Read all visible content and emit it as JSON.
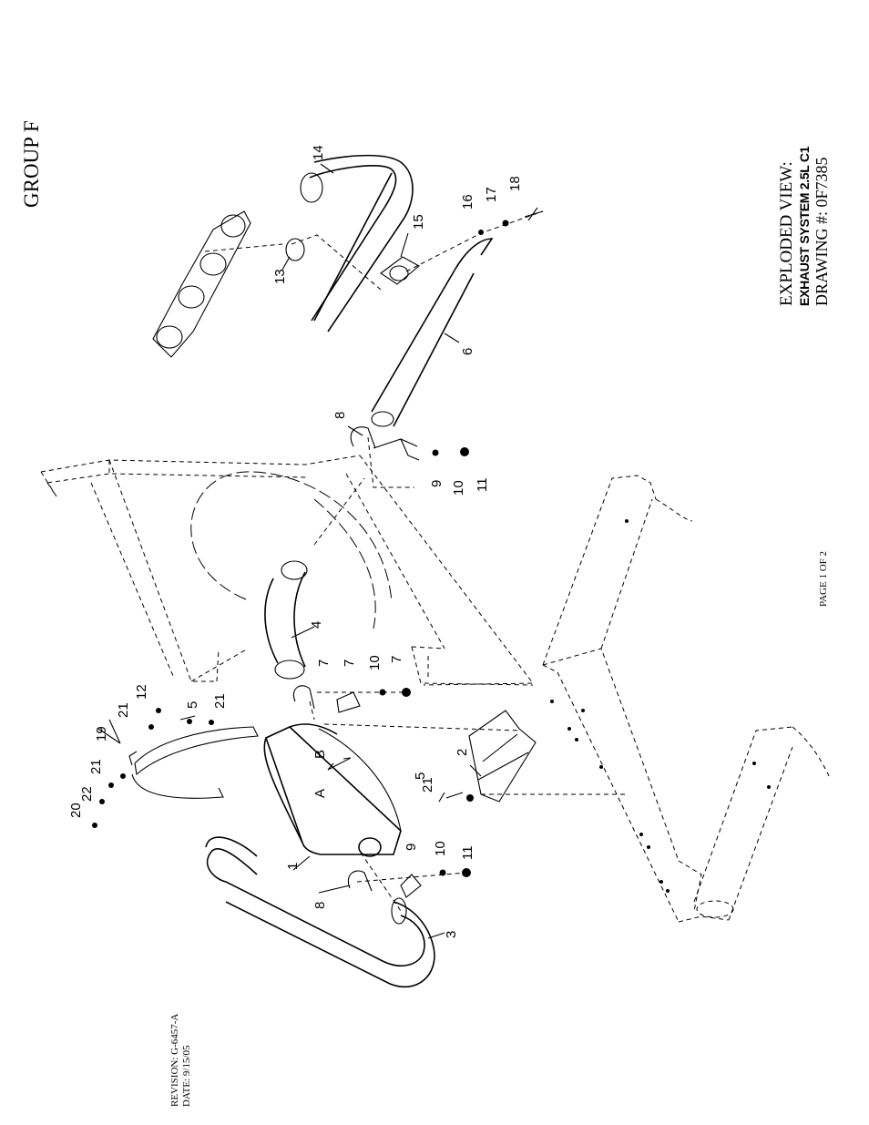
{
  "group_title": "GROUP F",
  "title_block": {
    "line1": "EXPLODED VIEW:",
    "line2": "EXHAUST SYSTEM 2.5L C1",
    "line3": "DRAWING #: 0F7385"
  },
  "page_label": "PAGE 1 OF 2",
  "revision": {
    "revision": "REVISION: G-6457-A",
    "date": "DATE: 9/15/05"
  },
  "flow_labels": {
    "a": "A",
    "b": "B"
  },
  "callouts": {
    "c1": "1",
    "c2": "2",
    "c3": "3",
    "c4": "4",
    "c5a": "5",
    "c5b": "5",
    "c6": "6",
    "c7a": "7",
    "c7b": "7",
    "c7c": "7",
    "c8a": "8",
    "c8b": "8",
    "c9a": "9",
    "c9b": "9",
    "c10a": "10",
    "c10b": "10",
    "c10c": "10",
    "c11a": "11",
    "c11b": "11",
    "c12": "12",
    "c13": "13",
    "c14": "14",
    "c15": "15",
    "c16": "16",
    "c17": "17",
    "c18": "18",
    "c19": "19",
    "c20": "20",
    "c21a": "21",
    "c21b": "21",
    "c21c": "21",
    "c21d": "21",
    "c22": "22"
  }
}
